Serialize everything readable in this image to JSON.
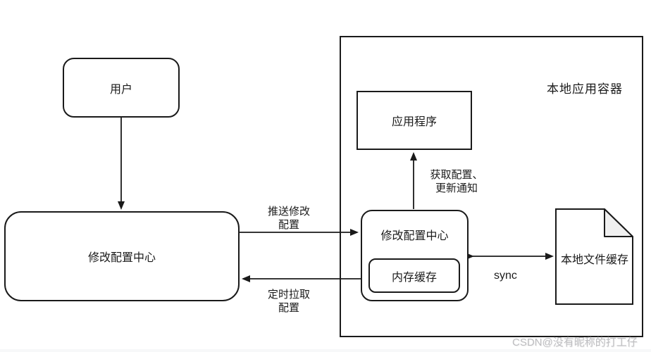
{
  "diagram": {
    "nodes": {
      "user": {
        "label": "用户"
      },
      "remote_config_center": {
        "label": "修改配置中心"
      },
      "local_container": {
        "label": "本地应用容器"
      },
      "application": {
        "label": "应用程序"
      },
      "local_config_center": {
        "label": "修改配置中心"
      },
      "memory_cache": {
        "label": "内存缓存"
      },
      "local_file_cache": {
        "label": "本地文件缓存"
      }
    },
    "edges": {
      "push_config": {
        "label": "推送修改\n配置"
      },
      "pull_config": {
        "label": "定时拉取\n配置"
      },
      "fetch_config": {
        "label": "获取配置、\n更新通知"
      },
      "sync": {
        "label": "sync"
      }
    },
    "watermark": "CSDN@没有昵称的打工仔",
    "colors": {
      "line": "#1a1a1a",
      "node_fill": "#ffffff",
      "fold_fill": "#f0f0f0",
      "watermark": "#bdbdc0"
    }
  }
}
